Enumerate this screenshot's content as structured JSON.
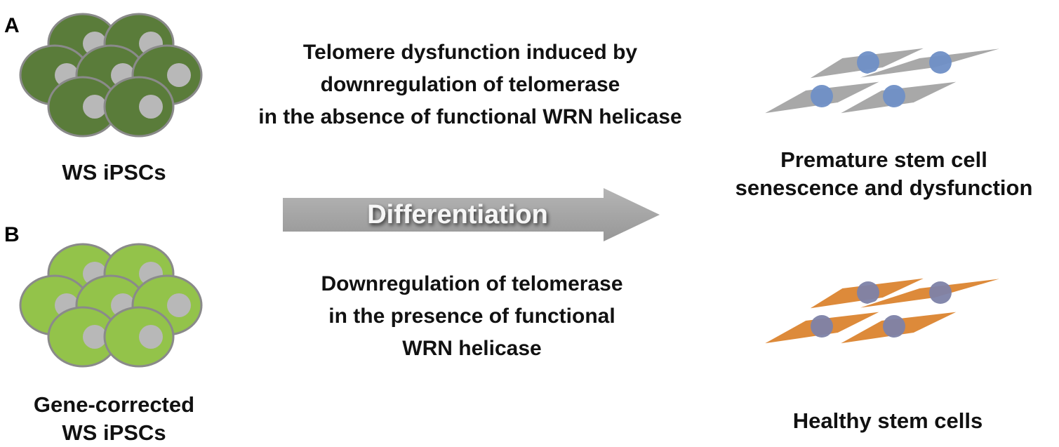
{
  "panels": {
    "a_letter": "A",
    "b_letter": "B"
  },
  "cluster_a": {
    "label": "WS iPSCs",
    "fill": "#5a7c3a",
    "stroke": "#8a8a8a",
    "nucleus": "#b8b8b8"
  },
  "cluster_b": {
    "label_lines": [
      "Gene-corrected",
      "WS iPSCs"
    ],
    "fill": "#93c34a",
    "stroke": "#8a8a8a",
    "nucleus": "#b8b8b8"
  },
  "text_top": {
    "lines": [
      "Telomere dysfunction induced by",
      "downregulation of telomerase",
      "in the absence of functional WRN helicase"
    ]
  },
  "arrow": {
    "label": "Differentiation",
    "fill": "#a3a3a3"
  },
  "text_bottom": {
    "lines": [
      "Downregulation of telomerase",
      "in the presence of functional",
      "WRN helicase"
    ]
  },
  "outcome_top": {
    "label_lines": [
      "Premature stem cell",
      "senescence and dysfunction"
    ],
    "cell_fill": "#a8a8a8",
    "nucleus_fill": "#6f8fc6"
  },
  "outcome_bottom": {
    "label": "Healthy stem cells",
    "cell_fill": "#dd8a3a",
    "nucleus_fill": "#7d82a8"
  }
}
